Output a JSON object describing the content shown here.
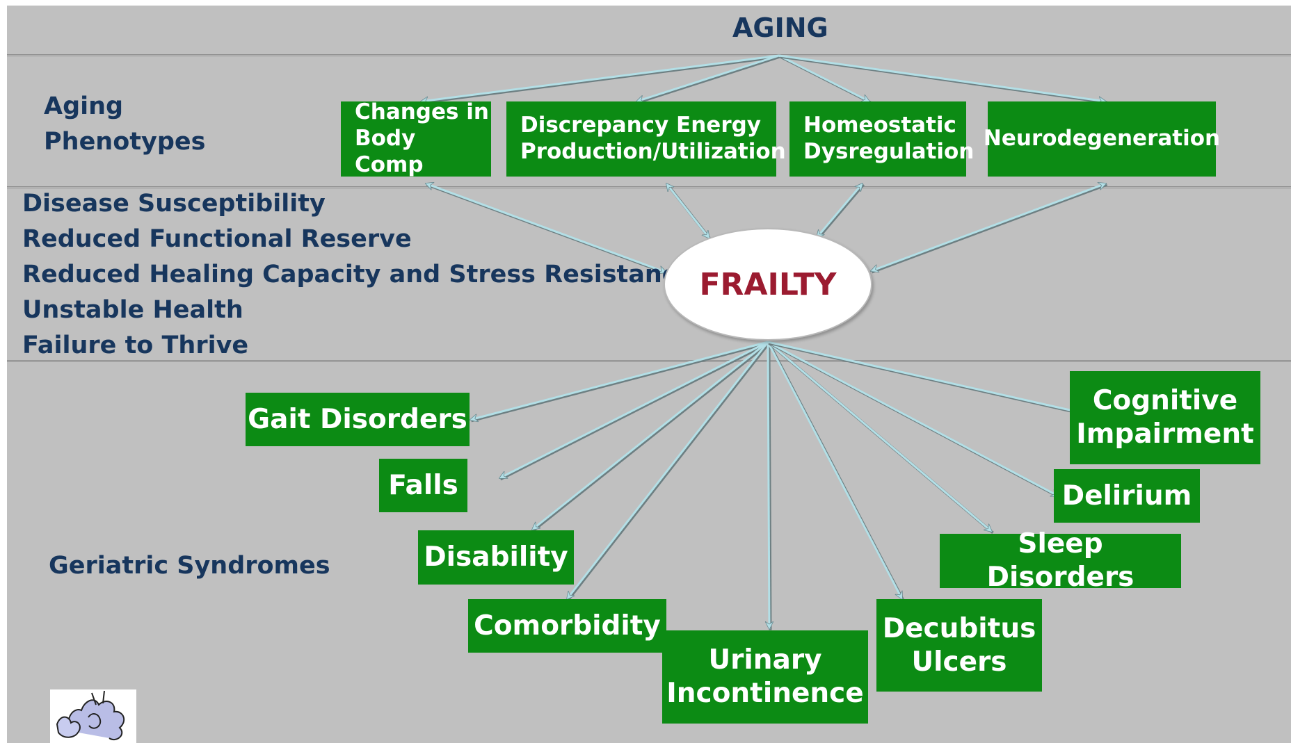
{
  "title": "AGING",
  "row_labels": {
    "phenotypes": [
      "Aging",
      "Phenotypes"
    ],
    "syndromes": "Geriatric Syndromes"
  },
  "phenotypes": [
    {
      "id": "body-comp",
      "lines": [
        "Changes in",
        "Body Comp"
      ]
    },
    {
      "id": "energy",
      "lines": [
        "Discrepancy Energy",
        "Production/Utilization"
      ]
    },
    {
      "id": "homeostatic",
      "lines": [
        "Homeostatic",
        "Dysregulation"
      ]
    },
    {
      "id": "neuro",
      "lines": [
        "Neurodegeneration"
      ]
    }
  ],
  "center": "FRAILTY",
  "consequences": [
    "Disease Susceptibility",
    "Reduced Functional Reserve",
    "Reduced Healing Capacity and Stress Resistance",
    "Unstable Health",
    "Failure to Thrive"
  ],
  "syndromes": [
    {
      "id": "gait",
      "lines": [
        "Gait Disorders"
      ]
    },
    {
      "id": "falls",
      "lines": [
        "Falls"
      ]
    },
    {
      "id": "disability",
      "lines": [
        "Disability"
      ]
    },
    {
      "id": "comorbidity",
      "lines": [
        "Comorbidity"
      ]
    },
    {
      "id": "urinary",
      "lines": [
        "Urinary",
        "Incontinence"
      ]
    },
    {
      "id": "decubitus",
      "lines": [
        "Decubitus",
        "Ulcers"
      ]
    },
    {
      "id": "sleep",
      "lines": [
        "Sleep Disorders"
      ]
    },
    {
      "id": "delirium",
      "lines": [
        "Delirium"
      ]
    },
    {
      "id": "cognitive",
      "lines": [
        "Cognitive",
        "Impairment"
      ]
    }
  ],
  "edges": {
    "aging_to_phenotypes": [
      "body-comp",
      "energy",
      "homeostatic",
      "neuro"
    ],
    "phenotypes_frailty_bidirectional": [
      "body-comp",
      "energy",
      "homeostatic",
      "neuro"
    ],
    "frailty_to_syndromes": [
      "gait",
      "falls",
      "disability",
      "comorbidity",
      "urinary",
      "decubitus",
      "sleep",
      "delirium",
      "cognitive"
    ]
  },
  "colors": {
    "band": "#c0c0c0",
    "box_fill": "#0c8b14",
    "box_text": "#ffffff",
    "label_text": "#17365d",
    "frailty_text": "#9b1b30",
    "arrow": "#b3dfe6"
  }
}
